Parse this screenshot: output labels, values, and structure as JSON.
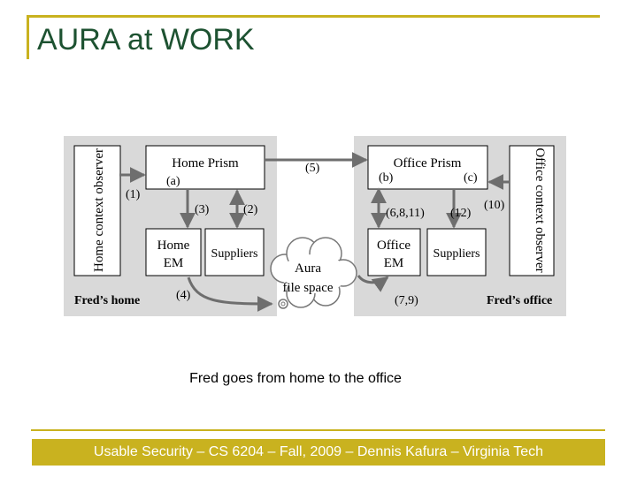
{
  "slide": {
    "title": "AURA at WORK",
    "caption": "Fred goes from home to the office",
    "footer": "Usable Security – CS 6204 – Fall, 2009 – Dennis Kafura – Virginia Tech"
  },
  "diagram": {
    "home_context_observer": "Home context observer",
    "home_prism": "Home Prism",
    "home_em_line1": "Home",
    "home_em_line2": "EM",
    "suppliers_home": "Suppliers",
    "freds_home": "Fred’s home",
    "aura_line1": "Aura",
    "aura_line2": "file space",
    "office_prism": "Office Prism",
    "office_em_line1": "Office",
    "office_em_line2": "EM",
    "suppliers_office": "Suppliers",
    "office_context_observer": "Office context observer",
    "freds_office": "Fred’s office",
    "label_a": "(a)",
    "label_b": "(b)",
    "label_c": "(c)",
    "label_1": "(1)",
    "label_2": "(2)",
    "label_3": "(3)",
    "label_4": "(4)",
    "label_5": "(5)",
    "label_6811": "(6,8,11)",
    "label_12": "(12)",
    "label_10": "(10)",
    "label_79": "(7,9)"
  }
}
